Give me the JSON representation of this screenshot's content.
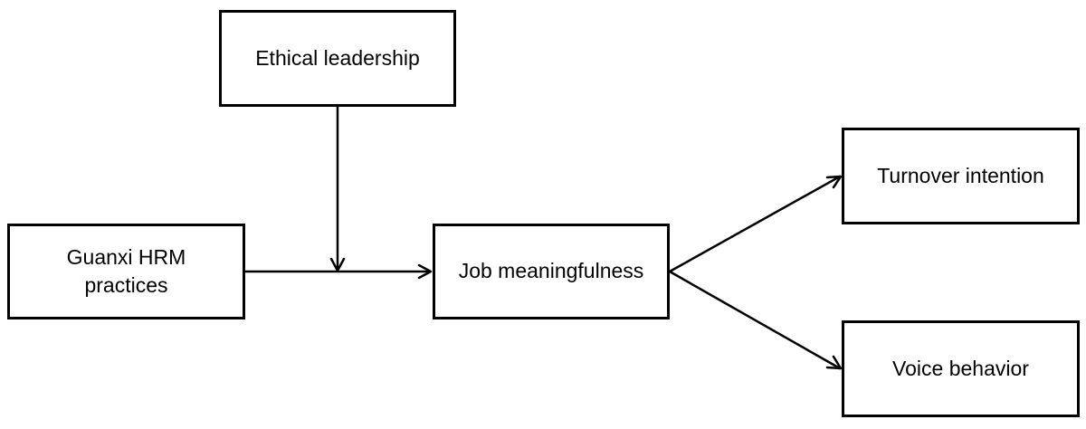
{
  "diagram": {
    "nodes": {
      "ethical_leadership": "Ethical leadership",
      "guanxi_hrm": "Guanxi HRM practices",
      "job_meaningfulness": "Job meaningfulness",
      "turnover_intention": "Turnover intention",
      "voice_behavior": "Voice behavior"
    },
    "edges": [
      {
        "from": "Guanxi HRM practices",
        "to": "Job meaningfulness"
      },
      {
        "from": "Ethical leadership",
        "to": "Guanxi HRM practices → Job meaningfulness path",
        "type": "moderation"
      },
      {
        "from": "Job meaningfulness",
        "to": "Turnover intention"
      },
      {
        "from": "Job meaningfulness",
        "to": "Voice behavior"
      }
    ],
    "colors": {
      "stroke": "#000000",
      "background": "#ffffff"
    }
  }
}
